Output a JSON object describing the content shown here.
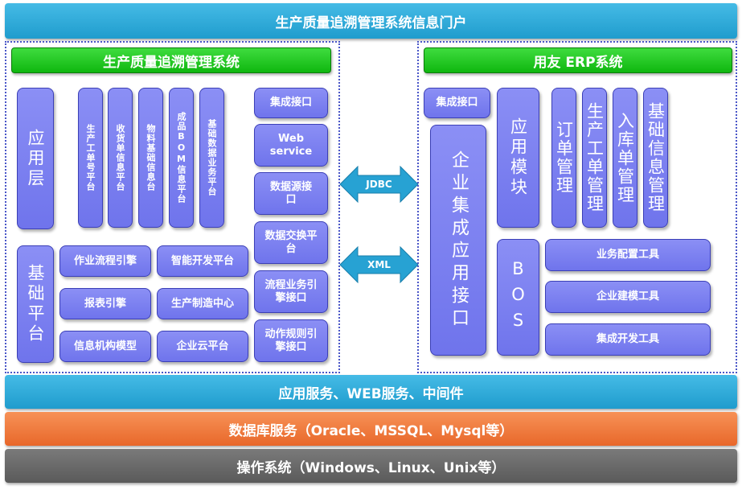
{
  "header": {
    "title": "生产质量追溯管理系统信息门户"
  },
  "left_panel": {
    "title": "生产质量追溯管理系统",
    "application_layer": "应用层",
    "app_modules": [
      "生产工单号平台",
      "收货单信息平台",
      "物料基础信息台",
      "成品BOM信息平台",
      "基础数据业务平台"
    ],
    "interfaces": [
      "集成接口",
      "Web service",
      "数据源接口",
      "数据交换平台",
      "流程业务引擎接口",
      "动作规则引擎接口"
    ],
    "base_platform": "基础平台",
    "base_items": [
      "作业流程引擎",
      "智能开发平台",
      "报表引擎",
      "生产制造中心",
      "信息机构模型",
      "企业云平台"
    ]
  },
  "arrows": {
    "top": "JDBC",
    "bottom": "XML"
  },
  "right_panel": {
    "title": "用友 ERP系统",
    "integration_interface": "集成接口",
    "enterprise_interface": "企业集成应用接口",
    "app_module": "应用模块",
    "modules": [
      "订单管理",
      "生产工单管理",
      "入库单管理",
      "基础信息管理"
    ],
    "bos": "BOS",
    "tools": [
      "业务配置工具",
      "企业建模工具",
      "集成开发工具"
    ]
  },
  "bottom_bars": {
    "middleware": "应用服务、WEB服务、中间件",
    "database": "数据库服务（Oracle、MSSQL、Mysql等）",
    "os": "操作系统（Windows、Linux、Unix等）"
  },
  "colors": {
    "header": "#2fa9d6",
    "middleware": "#2fa9d6",
    "database": "#f07a3c",
    "os": "#6a6a6a",
    "title_green": "#1fcb1f",
    "block": "#7b80f0"
  }
}
